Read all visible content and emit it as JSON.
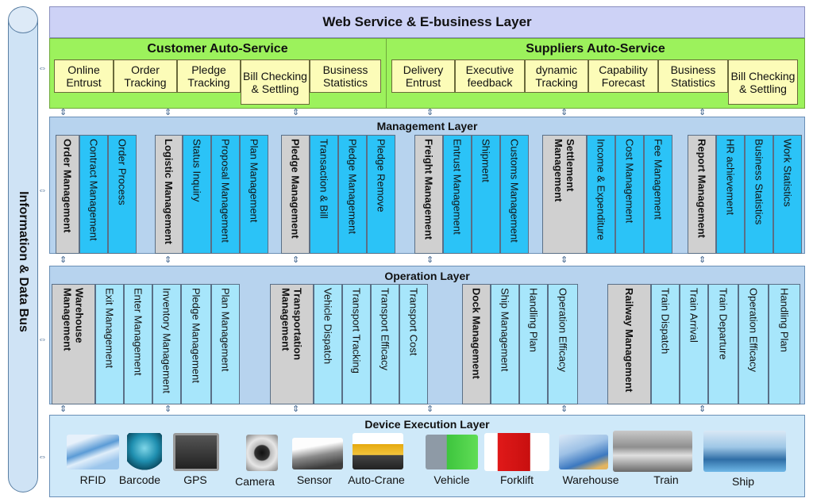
{
  "bus": {
    "label": "Information & Data Bus"
  },
  "web_layer": {
    "title": "Web Service & E-business Layer",
    "customer": {
      "title": "Customer Auto-Service",
      "items": [
        "Online Entrust",
        "Order Tracking",
        "Pledge Tracking",
        "Bill Checking & Settling",
        "Business Statistics"
      ]
    },
    "suppliers": {
      "title": "Suppliers Auto-Service",
      "items": [
        "Delivery Entrust",
        "Executive feedback",
        "dynamic Tracking",
        "Capability Forecast",
        "Business Statistics",
        "Bill Checking & Settling"
      ]
    }
  },
  "management_layer": {
    "title": "Management Layer",
    "groups": [
      {
        "head": "Order Management",
        "subs": [
          "Contract Management",
          "Order Process"
        ]
      },
      {
        "head": "Logistic Management",
        "subs": [
          "Status Inquiry",
          "Proposal Management",
          "Plan Management"
        ]
      },
      {
        "head": "Pledge Management",
        "subs": [
          "Transaction & Bill",
          "Pledge Management",
          "Pledge Remove"
        ]
      },
      {
        "head": "Freight Management",
        "subs": [
          "Entrust Management",
          "Shipment",
          "Customs Management"
        ]
      },
      {
        "head": "Settlement Management",
        "subs": [
          "Income & Expenditure",
          "Cost Management",
          "Fee Management"
        ]
      },
      {
        "head": "Report Management",
        "subs": [
          "HR achievement",
          "Business Statistics",
          "Work Statistics"
        ]
      }
    ]
  },
  "operation_layer": {
    "title": "Operation Layer",
    "groups": [
      {
        "head": "Warehouse Management",
        "subs": [
          "Exit Management",
          "Enter Management",
          "Inventory Management",
          "Pledge Management",
          "Plan Management"
        ]
      },
      {
        "head": "Transportation Management",
        "subs": [
          "Vehicle Dispatch",
          "Transport Tracking",
          "Transport Efficacy",
          "Transport Cost"
        ]
      },
      {
        "head": "Dock Management",
        "subs": [
          "Ship Management",
          "Handling Plan",
          "Operation Efficacy"
        ]
      },
      {
        "head": "Railway Management",
        "subs": [
          "Train Dispatch",
          "Train Arrival",
          "Train Departure",
          "Operation Efficacy",
          "Handling Plan"
        ]
      }
    ]
  },
  "device_layer": {
    "title": "Device Execution Layer",
    "devices": [
      "RFID",
      "Barcode",
      "GPS",
      "Camera",
      "Sensor",
      "Auto-Crane",
      "Vehicle",
      "Forklift",
      "Warehouse",
      "Train",
      "Ship"
    ]
  },
  "colors": {
    "web_title_bg": "#cdd2f6",
    "service_green": "#9cf25c",
    "service_box": "#fcfcb8",
    "layer_bg": "#b7d3ee",
    "head_gray": "#d0d0d0",
    "sub_cyan": "#2bc3f7",
    "device_bg": "#cfe9f9"
  }
}
